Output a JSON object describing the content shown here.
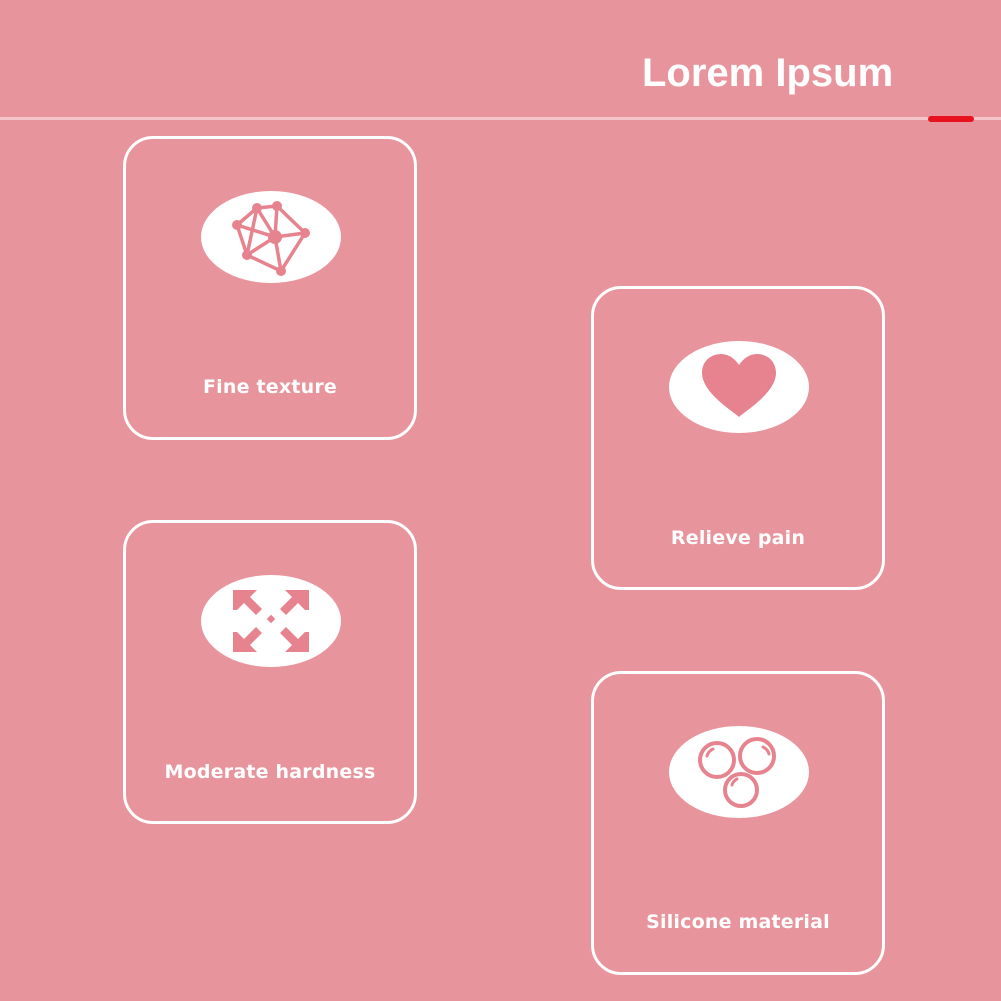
{
  "header": {
    "title": "Lorem Ipsum"
  },
  "colors": {
    "background": "#e8949c",
    "icon_color": "#e6838e",
    "accent": "#e8121e",
    "card_border": "#ffffff"
  },
  "features": [
    {
      "label": "Fine texture",
      "icon": "network-mesh-icon"
    },
    {
      "label": "Relieve pain",
      "icon": "heart-icon"
    },
    {
      "label": "Moderate hardness",
      "icon": "expand-arrows-icon"
    },
    {
      "label": "Silicone material",
      "icon": "bubbles-icon"
    }
  ]
}
